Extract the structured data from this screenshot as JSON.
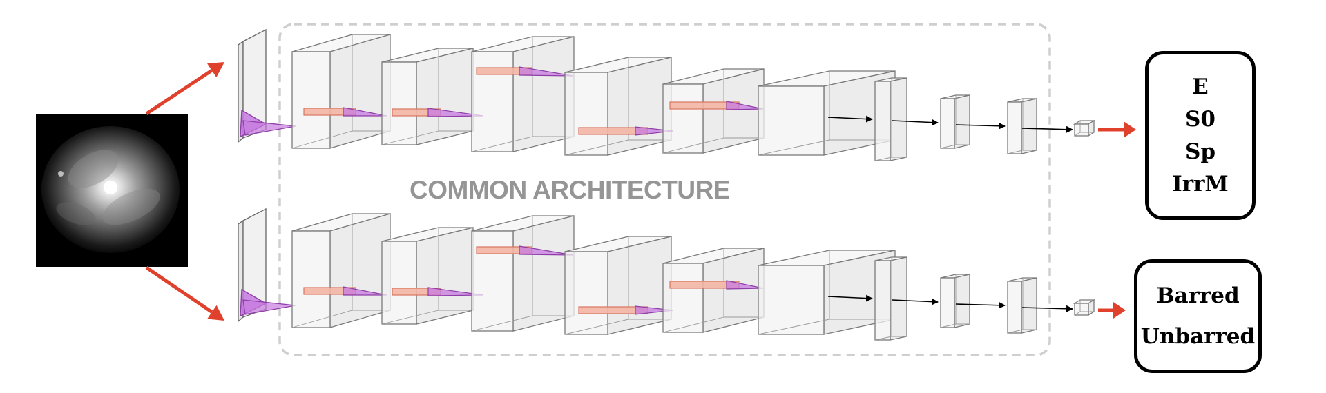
{
  "diagram": {
    "region_label": "COMMON ARCHITECTURE",
    "outputs": {
      "morphology": [
        "E",
        "S0",
        "Sp",
        "IrrM"
      ],
      "bar": [
        "Barred",
        "Unbarred"
      ]
    },
    "colors": {
      "arrow": "#e0412c",
      "kernel_fill": "#f4b6a4",
      "kernel_stroke": "#d97560",
      "cone_fill": "#c77ae0",
      "cone_stroke": "#8e3fa8",
      "box_stroke": "#7a7a7a",
      "box_fill": "#f3f3f3",
      "dashed_region": "#cfcfcf"
    }
  }
}
